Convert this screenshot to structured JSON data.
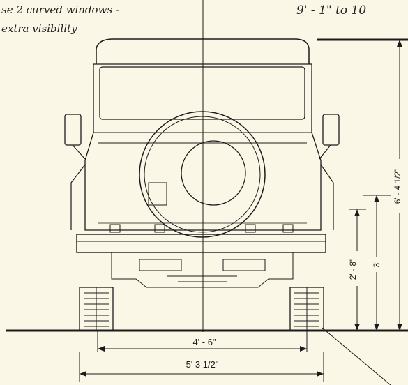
{
  "notes": {
    "top_left_line1": "se 2 curved windows -",
    "top_left_line2": "extra visibility",
    "top_right": "9' - 1\"  to  10"
  },
  "dimensions": {
    "track_width": "4' - 6\"",
    "overall_width": "5' 3 1/2\"",
    "overall_height": "6' - 4 1/2\"",
    "step_height": "2' - 8\"",
    "bed_height": "3'"
  }
}
